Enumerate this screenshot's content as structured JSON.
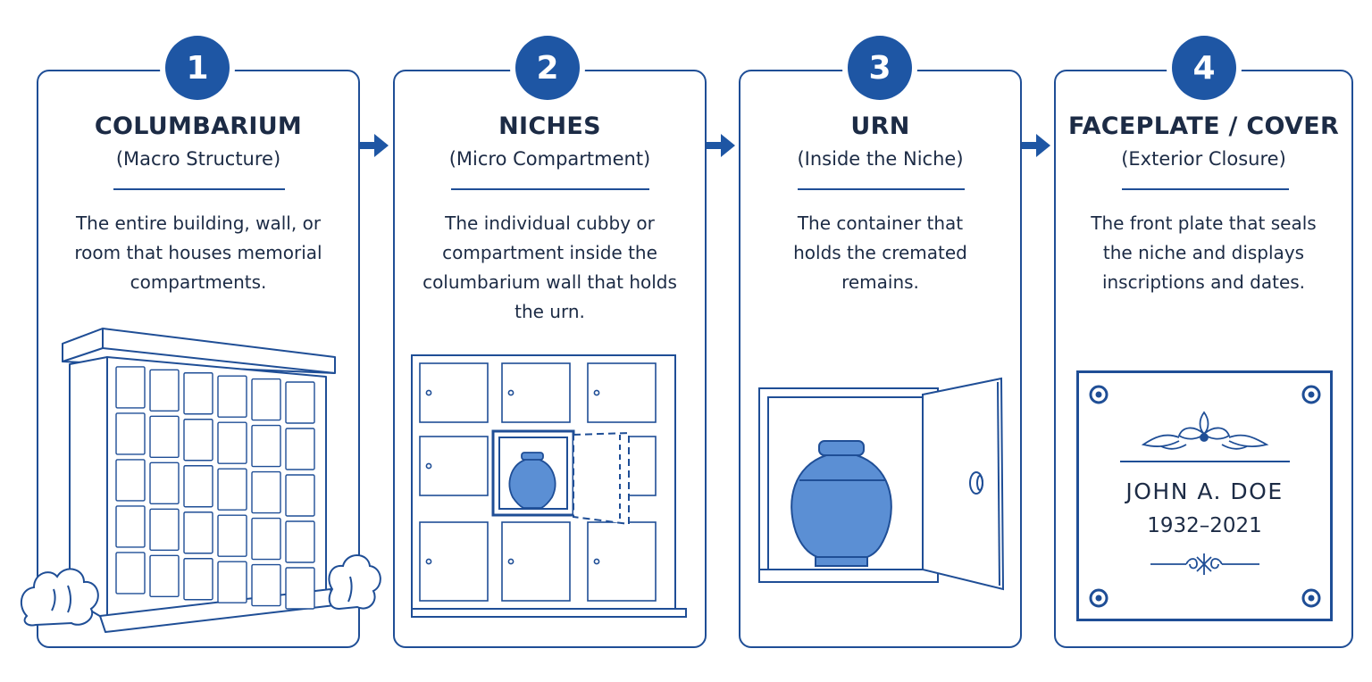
{
  "steps": [
    {
      "number": "1",
      "title": "COLUMBARIUM",
      "subtitle": "(Macro Structure)",
      "description": "The entire building, wall, or room that houses memorial compartments."
    },
    {
      "number": "2",
      "title": "NICHES",
      "subtitle": "(Micro Compartment)",
      "description": "The individual cubby or compartment inside the columbarium wall that holds the urn."
    },
    {
      "number": "3",
      "title": "URN",
      "subtitle": "(Inside the Niche)",
      "description": "The container that holds the cremated remains."
    },
    {
      "number": "4",
      "title": "FACEPLATE / COVER",
      "subtitle": "(Exterior Closure)",
      "description": "The front plate that seals the niche and displays inscriptions and dates."
    }
  ],
  "faceplate": {
    "name": "JOHN A. DOE",
    "dates": "1932–2021"
  },
  "colors": {
    "primary": "#1e56a4",
    "outline": "#1f4e96",
    "urn_fill": "#5b8fd4",
    "text": "#1c2b45"
  },
  "icons": [
    "right-arrow-icon",
    "right-arrow-icon",
    "right-arrow-icon"
  ]
}
